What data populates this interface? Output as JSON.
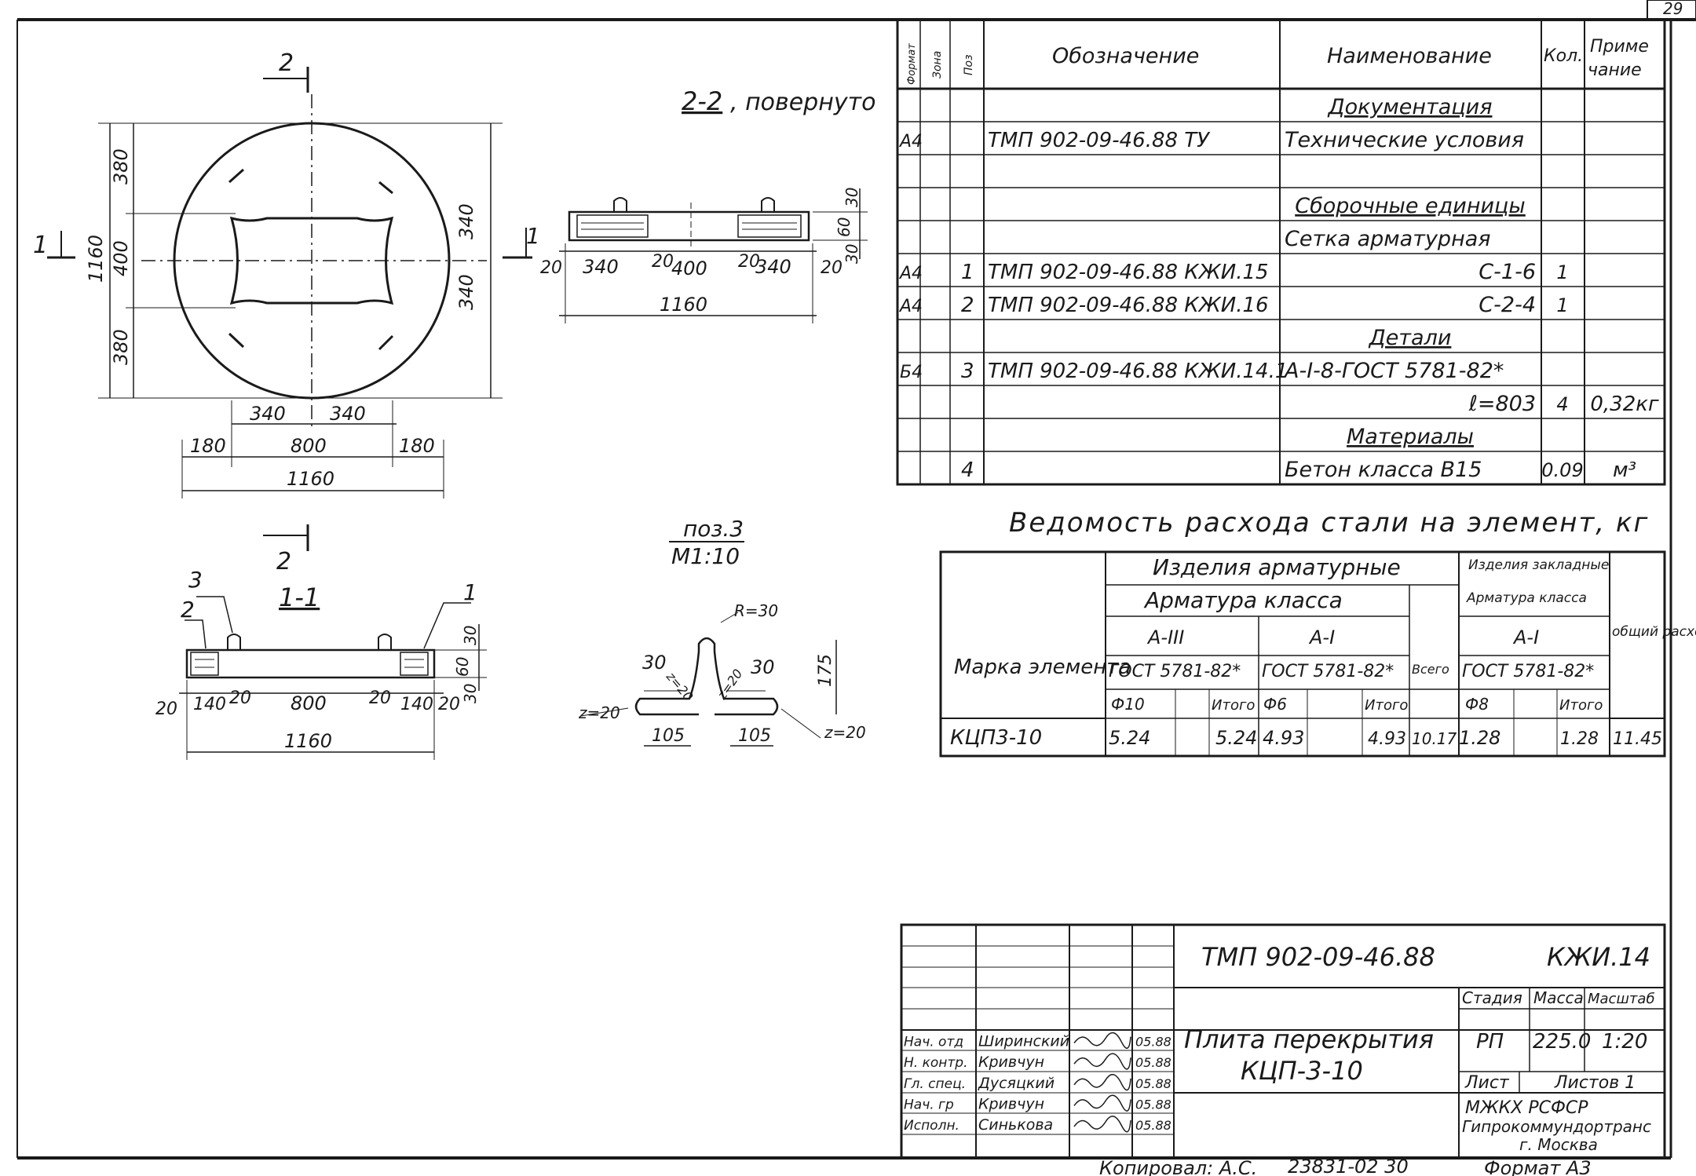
{
  "sheet_number": "29",
  "drawings": {
    "plan": {
      "section_mark_top": "2",
      "section_mark_left": "1",
      "dim_diameter": "1160",
      "dim_v": [
        "380",
        "400",
        "380"
      ],
      "dim_v_right": [
        "340",
        "340"
      ],
      "dim_h_top": [
        "340",
        "340"
      ],
      "dim_h_mid": [
        "180",
        "800",
        "180"
      ],
      "dim_h_total": "1160",
      "section_mark_bottom": "2"
    },
    "section_22": {
      "title": "2-2",
      "title_suffix": ", повернуто",
      "mark": "1",
      "dims": [
        "20",
        "340",
        "20",
        "400",
        "20",
        "340",
        "20"
      ],
      "dim_total": "1160",
      "dims_v": [
        "30",
        "60",
        "30"
      ]
    },
    "section_11": {
      "title": "1-1",
      "callouts": [
        "3",
        "2",
        "1"
      ],
      "dims": [
        "20",
        "140",
        "20",
        "800",
        "20",
        "140",
        "20"
      ],
      "dim_total": "1160",
      "dims_v": [
        "30",
        "60",
        "30"
      ]
    },
    "pos3": {
      "title": "поз.3",
      "scale": "М1:10",
      "radius": "R=30",
      "dims": [
        "30",
        "30",
        "175",
        "105",
        "105"
      ],
      "bend_labels": [
        "z=20",
        "z=20",
        "z=20",
        "z=20"
      ]
    }
  },
  "spec": {
    "headers": [
      "Формат",
      "Зона",
      "Поз",
      "Обозначение",
      "Наименование",
      "Кол.",
      "Приме чание"
    ],
    "rows": [
      {
        "fmt": "",
        "zone": "",
        "pos": "",
        "code": "",
        "name": "Документация",
        "qty": "",
        "note": "",
        "section": true
      },
      {
        "fmt": "А4",
        "zone": "",
        "pos": "",
        "code": "ТМП 902-09-46.88   ТУ",
        "name": "Технические условия",
        "qty": "",
        "note": ""
      },
      {
        "fmt": "",
        "zone": "",
        "pos": "",
        "code": "",
        "name": "",
        "qty": "",
        "note": ""
      },
      {
        "fmt": "",
        "zone": "",
        "pos": "",
        "code": "",
        "name": "Сборочные единицы",
        "qty": "",
        "note": "",
        "section": true
      },
      {
        "fmt": "",
        "zone": "",
        "pos": "",
        "code": "",
        "name": "Сетка арматурная",
        "qty": "",
        "note": ""
      },
      {
        "fmt": "А4",
        "zone": "",
        "pos": "1",
        "code": "ТМП 902-09-46.88 КЖИ.15",
        "name": "С-1-6",
        "qty": "1",
        "note": "",
        "right": true
      },
      {
        "fmt": "А4",
        "zone": "",
        "pos": "2",
        "code": "ТМП 902-09-46.88 КЖИ.16",
        "name": "С-2-4",
        "qty": "1",
        "note": "",
        "right": true
      },
      {
        "fmt": "",
        "zone": "",
        "pos": "",
        "code": "",
        "name": "Детали",
        "qty": "",
        "note": "",
        "section": true
      },
      {
        "fmt": "Б4",
        "zone": "",
        "pos": "3",
        "code": "ТМП 902-09-46.88  КЖИ.14.1",
        "name": "А-I-8-ГОСТ 5781-82*",
        "qty": "",
        "note": ""
      },
      {
        "fmt": "",
        "zone": "",
        "pos": "",
        "code": "",
        "name": "ℓ=803",
        "qty": "4",
        "note": "0,32кг",
        "right": true
      },
      {
        "fmt": "",
        "zone": "",
        "pos": "",
        "code": "",
        "name": "Материалы",
        "qty": "",
        "note": "",
        "section": true
      },
      {
        "fmt": "",
        "zone": "",
        "pos": "4",
        "code": "",
        "name": "Бетон класса  В15",
        "qty": "0.09",
        "note": "м³"
      }
    ]
  },
  "steel": {
    "title": "Ведомость расхода стали на элемент, кг",
    "h_group1": "Изделия арматурные",
    "h_group2": "Изделия закладные",
    "h_class1": "Арматура класса",
    "h_class2": "Арматура класса",
    "h_mark": "Марка элемента",
    "h_a3": "А-III",
    "h_a1": "А-I",
    "h_a1b": "А-I",
    "h_gost1": "ГОСТ 5781-82*",
    "h_gost2": "ГОСТ 5781-82*",
    "h_gost3": "ГОСТ 5781-82*",
    "h_total": "Всего",
    "h_overall": "общий расход",
    "h_d10": "Ф10",
    "h_d6": "Ф6",
    "h_d8": "Ф8",
    "h_itogo": "Итого",
    "row": {
      "mark": "КЦП3-10",
      "d10": "5.24",
      "sum1": "5.24",
      "d6": "4.93",
      "sum2": "4.93",
      "total": "10.17",
      "d8": "1.28",
      "sum3": "1.28",
      "overall": "11.45"
    }
  },
  "title_block": {
    "code": "ТМП 902-09-46.88",
    "sheet_code": "КЖИ.14",
    "name_line1": "Плита перекрытия",
    "name_line2": "КЦП-3-10",
    "stage_label": "Стадия",
    "mass_label": "Масса",
    "scale_label": "Масштаб",
    "stage": "РП",
    "mass": "225.0",
    "scale": "1:20",
    "sheet_label": "Лист",
    "sheets_label": "Листов 1",
    "org_line1": "МЖКХ      РСФСР",
    "org_line2": "Гипрокоммундортранс",
    "org_line3": "г. Москва",
    "signers": [
      {
        "role": "Нач. отд",
        "name": "Ширинский",
        "date": "05.88"
      },
      {
        "role": "Н. контр.",
        "name": "Кривчун",
        "date": "05.88"
      },
      {
        "role": "Гл. спец.",
        "name": "Дусяцкий",
        "date": "05.88"
      },
      {
        "role": "Нач. гр",
        "name": "Кривчун",
        "date": "05.88"
      },
      {
        "role": "Исполн.",
        "name": "Синькова",
        "date": "05.88"
      }
    ]
  },
  "footer": {
    "copied": "Копировал: А.С.",
    "number": "23831-02   30",
    "format": "Формат А3"
  }
}
